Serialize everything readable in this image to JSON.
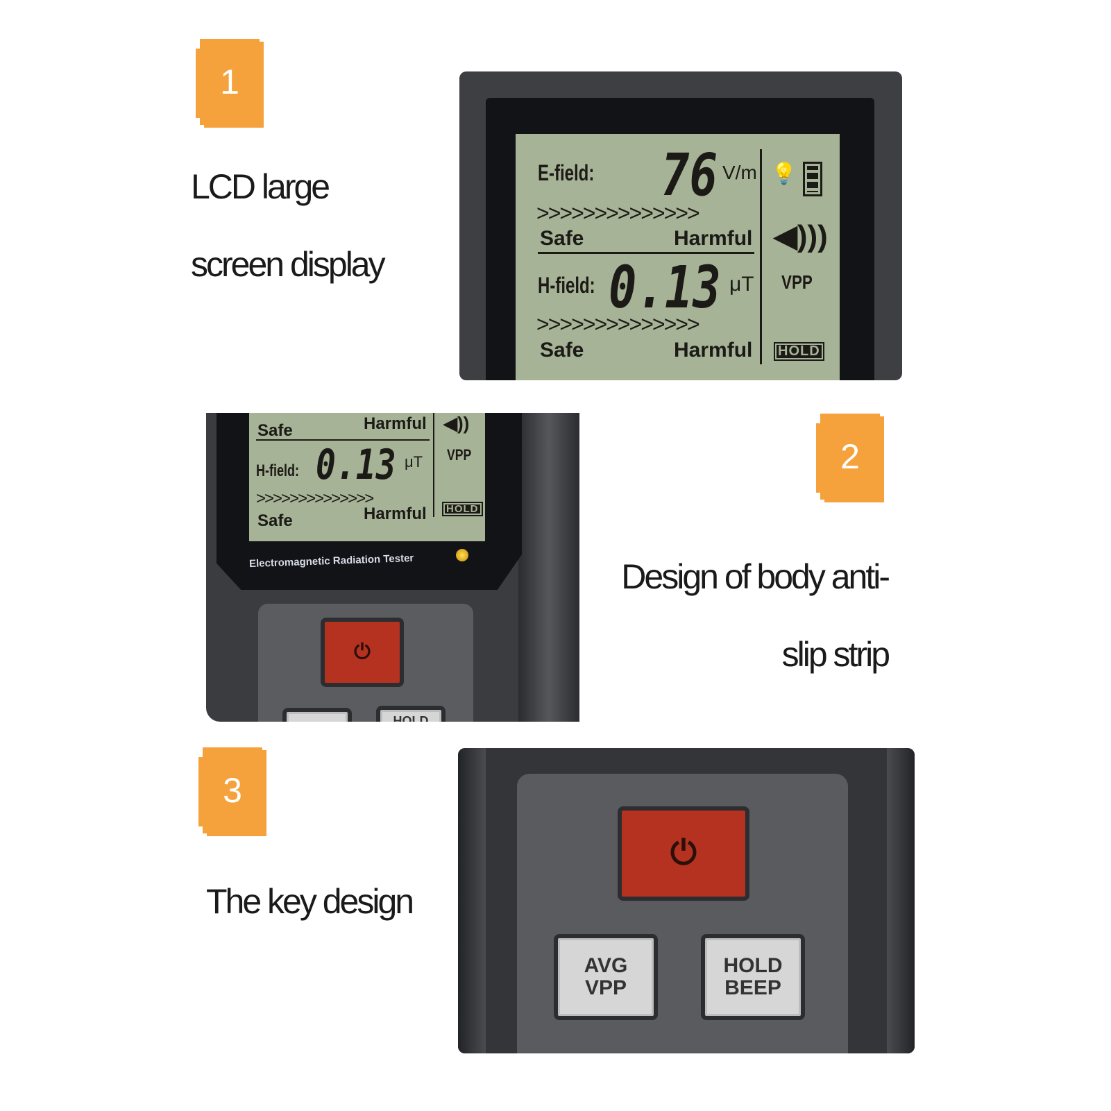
{
  "sections": [
    {
      "number": "1",
      "caption_lines": [
        "LCD large",
        "screen display"
      ]
    },
    {
      "number": "2",
      "caption_lines": [
        "Design of body anti-",
        "slip strip"
      ]
    },
    {
      "number": "3",
      "caption_lines": [
        "The key design"
      ]
    }
  ],
  "lcd": {
    "e_label": "E-field:",
    "e_value": "76",
    "e_unit": "V/m",
    "h_label": "H-field:",
    "h_value": "0.13",
    "h_unit": "μT",
    "chevrons": ">>>>>>>>>>>>>>",
    "safe": "Safe",
    "harmful": "Harmful",
    "vpp": "VPP",
    "hold": "HOLD",
    "icons": [
      "bulb-icon",
      "battery-icon",
      "speaker-icon"
    ]
  },
  "device": {
    "brand_label": "Electromagnetic Radiation Tester",
    "power_icon": "power-icon"
  },
  "keys": {
    "avg": "AVG",
    "vpp": "VPP",
    "hold": "HOLD",
    "beep": "BEEP",
    "partial_hold": "HOLD"
  },
  "colors": {
    "badge": "#f6a23c",
    "lcd": "#a6b396",
    "power": "#b4321f",
    "body": "#3a3c40"
  }
}
